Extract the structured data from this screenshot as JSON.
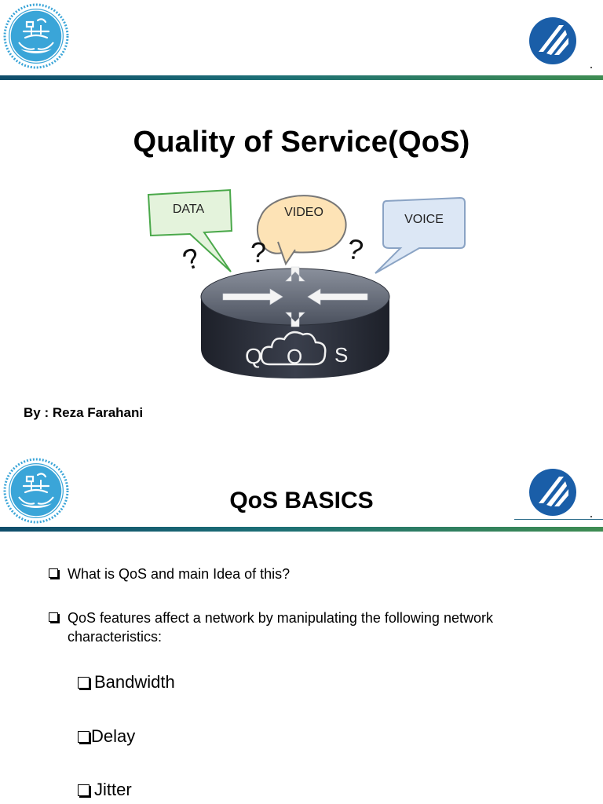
{
  "slide1": {
    "title": "Quality of Service(QoS)",
    "author": "By : Reza Farahani",
    "illustration": {
      "bubble_data": "DATA",
      "bubble_video": "VIDEO",
      "bubble_voice": "VOICE",
      "question_mark": "?",
      "router_label_left": "Q",
      "router_label_center": "O",
      "router_label_right": "S",
      "colors": {
        "data_fill": "#e4f3dc",
        "data_stroke": "#4aa84a",
        "video_fill": "#fde3b6",
        "video_stroke": "#777777",
        "voice_fill": "#dce7f5",
        "voice_stroke": "#8aa3c4",
        "router_body": "#2e3340"
      }
    }
  },
  "slide2": {
    "title": "QoS BASICS",
    "bullets": [
      "What is QoS and main Idea of  this?",
      "QoS features affect a network by manipulating the following network characteristics:"
    ],
    "sub_bullets": [
      "Bandwidth",
      "Delay",
      "Jitter"
    ]
  },
  "colors": {
    "rule_start": "#0f4d6b",
    "rule_end": "#3e8c52",
    "logo_blue": "#1a5ea8",
    "seal_blue": "#3aa5d8"
  }
}
